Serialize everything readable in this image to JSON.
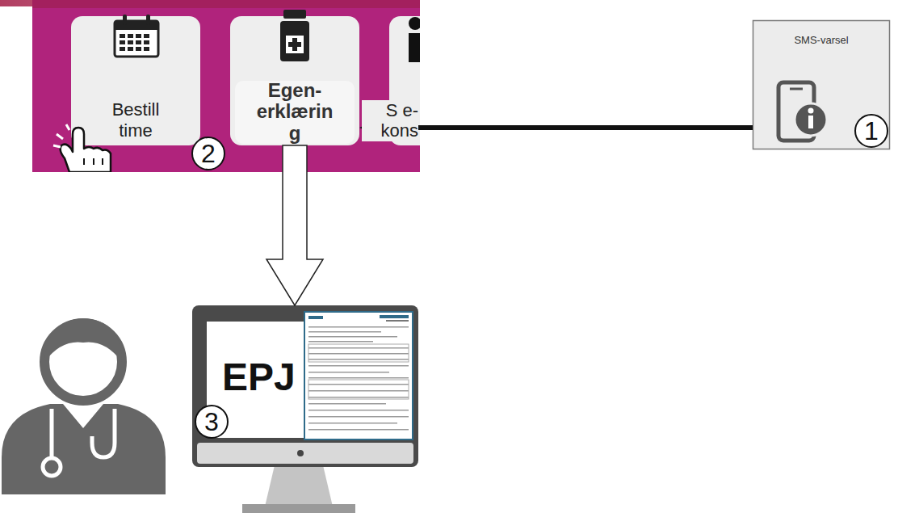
{
  "diagram": {
    "nodes": [
      {
        "text": [
          "Bestill time"
        ]
      },
      {
        "text": [
          "Egen- erklærin g"
        ]
      },
      {
        "text": [
          "S e-kons"
        ]
      },
      {
        "text": [
          "SMS-varsel"
        ]
      },
      {
        "text": [
          "EPJ"
        ]
      }
    ],
    "edges": [
      {
        "from": 3,
        "to": 1,
        "arrow": "to"
      },
      {
        "from": 1,
        "to": 4,
        "arrow": "to"
      }
    ],
    "labels": [
      "1",
      "2",
      "3"
    ]
  }
}
